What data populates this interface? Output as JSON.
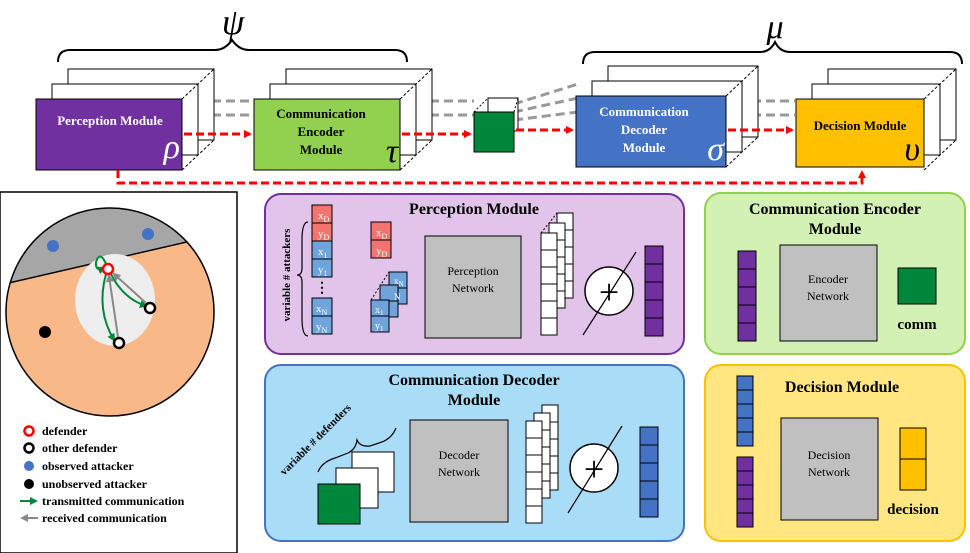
{
  "greek": {
    "psi": "ψ",
    "mu": "μ",
    "rho": "ρ",
    "tau": "τ",
    "sigma": "σ",
    "upsilon": "υ"
  },
  "pipeline": {
    "perception": "Perception Module",
    "comm_encoder": [
      "Communication",
      "Encoder",
      "Module"
    ],
    "comm_decoder": [
      "Communication",
      "Decoder",
      "Module"
    ],
    "decision": "Decision Module"
  },
  "scenario": {
    "legend": [
      {
        "label": "defender",
        "marker": "red-ring"
      },
      {
        "label": "other defender",
        "marker": "black-ring"
      },
      {
        "label": "observed attacker",
        "marker": "blue-dot"
      },
      {
        "label": "unobserved attacker",
        "marker": "black-dot"
      },
      {
        "label": "transmitted communication",
        "marker": "green-arrow"
      },
      {
        "label": "received communication",
        "marker": "gray-arrow"
      }
    ]
  },
  "perception_panel": {
    "title": "Perception Module",
    "var_label": "variable # attackers",
    "xd": "x",
    "yd": "y",
    "sub_d": "D",
    "x1": "x",
    "y1": "y",
    "sub_1": "1",
    "xn": "x",
    "yn": "y",
    "sub_n": "N",
    "dots": "⋮",
    "network": [
      "Perception",
      "Network"
    ],
    "plus": "+"
  },
  "encoder_panel": {
    "title": [
      "Communication Encoder",
      "Module"
    ],
    "network": [
      "Encoder",
      "Network"
    ],
    "output": "comm"
  },
  "decoder_panel": {
    "title": [
      "Communication Decoder",
      "Module"
    ],
    "var_label": "variable # defenders",
    "network": [
      "Decoder",
      "Network"
    ],
    "plus": "+"
  },
  "decision_panel": {
    "title": "Decision Module",
    "network": [
      "Decision",
      "Network"
    ],
    "output": "decision"
  },
  "colors": {
    "perception": "#7030a0",
    "encoder": "#92d050",
    "decoder": "#4472c4",
    "decision": "#ffc000",
    "comm": "#00873b",
    "arrow_red": "#ff0000",
    "perception_bg": "#e2c4eb",
    "encoder_bg": "#d3f1b4",
    "decoder_bg": "#a8dcf7",
    "decision_bg": "#ffe680"
  }
}
